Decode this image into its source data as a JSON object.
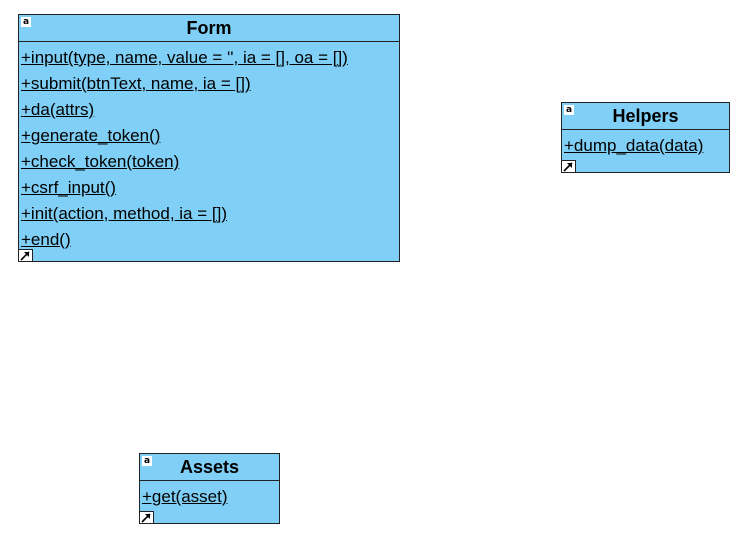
{
  "colors": {
    "class_fill": "#7fcff6",
    "border": "#222222"
  },
  "classes": {
    "form": {
      "name": "Form",
      "stereotype_icon": "a",
      "operations": [
        "+input(type, name, value = '', ia = [], oa = [])",
        "+submit(btnText, name, ia = [])",
        "+da(attrs)",
        "+generate_token()",
        "+check_token(token)",
        "+csrf_input()",
        "+init(action, method, ia = [])",
        "+end()"
      ]
    },
    "helpers": {
      "name": "Helpers",
      "stereotype_icon": "a",
      "operations": [
        "+dump_data(data)"
      ]
    },
    "assets": {
      "name": "Assets",
      "stereotype_icon": "a",
      "operations": [
        "+get(asset)"
      ]
    }
  }
}
